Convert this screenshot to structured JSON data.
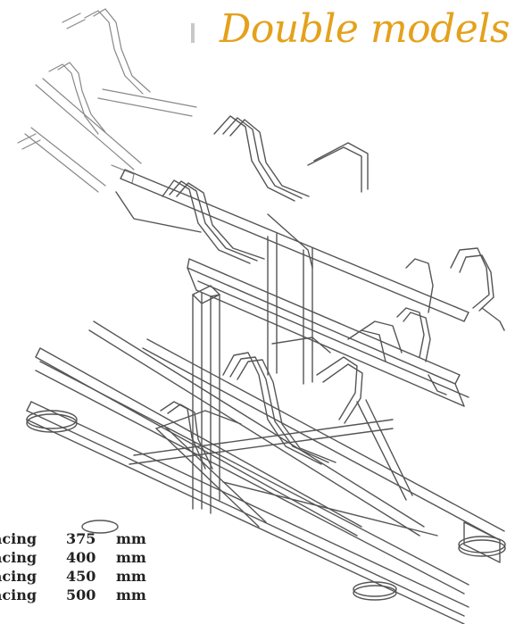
{
  "page": {
    "title": "Double models",
    "title_color": "#e4a11b",
    "accent_color": "#c8c8c8"
  },
  "illustration": {
    "subject": "two-tier double-sided bicycle rack",
    "icon": "bike-rack-illustration"
  },
  "spacing_options": [
    {
      "label": "acing",
      "value": "375",
      "unit": "mm"
    },
    {
      "label": "acing",
      "value": "400",
      "unit": "mm"
    },
    {
      "label": "acing",
      "value": "450",
      "unit": "mm"
    },
    {
      "label": "acing",
      "value": "500",
      "unit": "mm"
    }
  ]
}
